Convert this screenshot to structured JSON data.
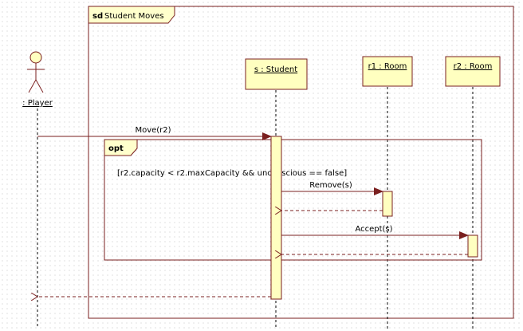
{
  "frame": {
    "keyword": "sd",
    "name": "Student Moves"
  },
  "lifelines": {
    "player": {
      "label": ": Player"
    },
    "student": {
      "label": "s : Student"
    },
    "room1": {
      "label": "r1 : Room"
    },
    "room2": {
      "label": "r2 : Room"
    }
  },
  "fragment": {
    "operator": "opt",
    "guard": "[r2.capacity < r2.maxCapacity && unconscious == false]"
  },
  "messages": {
    "move": "Move(r2)",
    "remove": "Remove(s)",
    "accept": "Accept(s)"
  },
  "colors": {
    "outline": "#7a1f1f",
    "box_fill": "#ffffc0",
    "label_tab_fill": "#ffffcc",
    "arrow": "#7a1f1f"
  }
}
